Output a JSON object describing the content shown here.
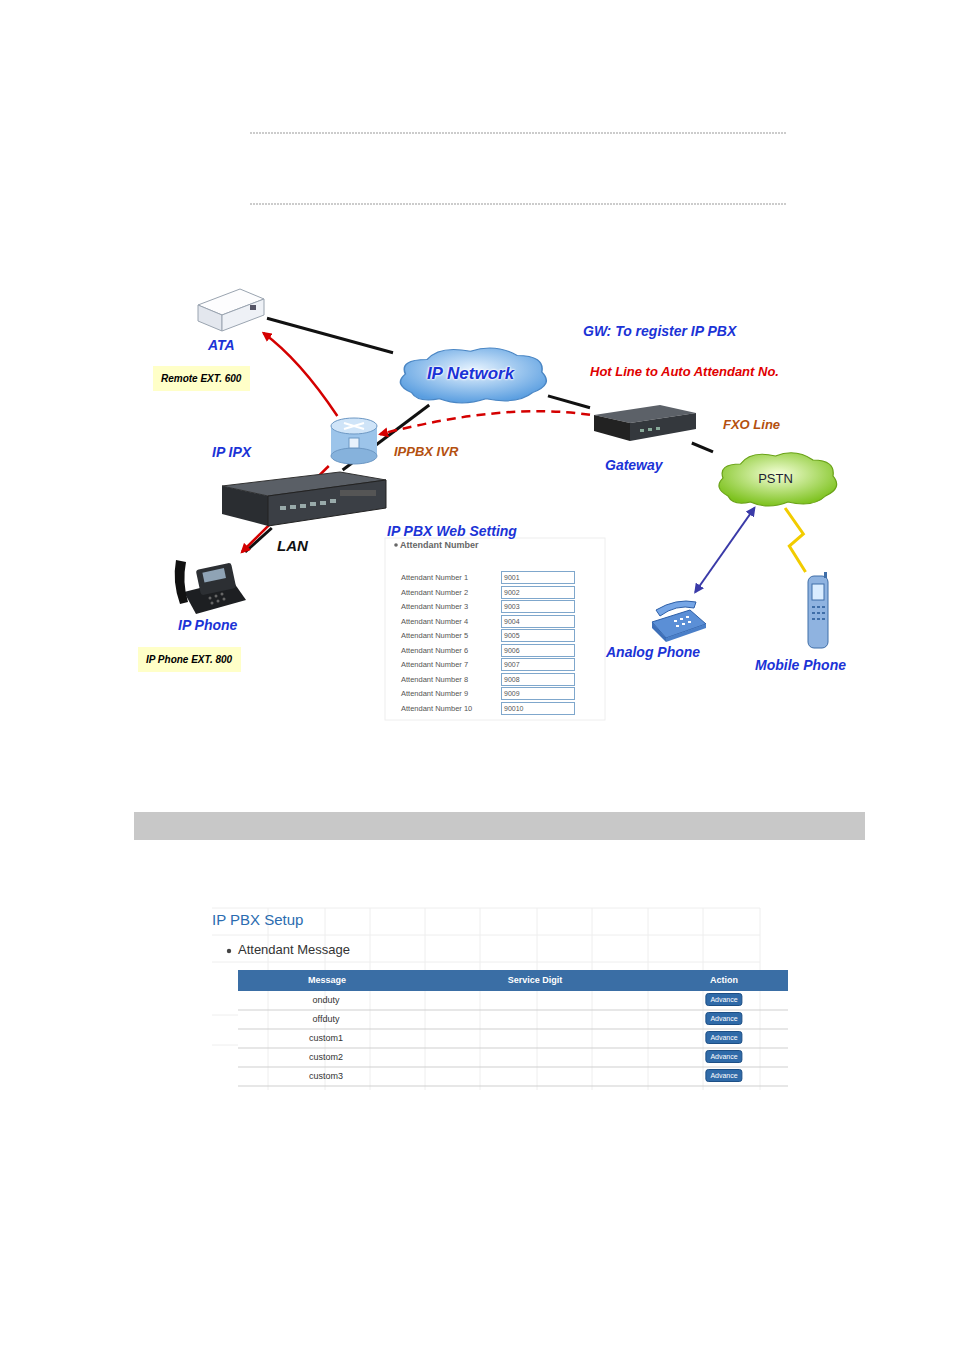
{
  "diagram": {
    "nodes": [
      {
        "text": [
          "ATA"
        ]
      },
      {
        "text": [
          "Remote EXT. 600"
        ]
      },
      {
        "text": [
          "IP Network"
        ]
      },
      {
        "text": [
          "IPPBX IVR"
        ]
      },
      {
        "text": [
          "IP IPX"
        ]
      },
      {
        "text": [
          "Gateway"
        ]
      },
      {
        "text": [
          "PSTN"
        ]
      },
      {
        "text": [
          "IP Phone"
        ]
      },
      {
        "text": [
          "IP Phone EXT. 800"
        ]
      },
      {
        "text": [
          "Analog Phone"
        ]
      },
      {
        "text": [
          "Mobile Phone"
        ]
      }
    ],
    "edges": [
      {
        "from": 0,
        "to": 2,
        "arrow": "none"
      },
      {
        "from": 2,
        "to": 5,
        "arrow": "none"
      },
      {
        "from": 5,
        "to": 6,
        "arrow": "none"
      },
      {
        "from": 4,
        "to": 2,
        "arrow": "none"
      },
      {
        "from": 4,
        "to": 7,
        "arrow": "none"
      },
      {
        "from": 6,
        "to": 9,
        "arrow": "both"
      },
      {
        "from": 6,
        "to": 10,
        "arrow": "none"
      },
      {
        "from": 3,
        "to": 0,
        "arrow": "to"
      },
      {
        "from": 3,
        "to": 7,
        "arrow": "to"
      },
      {
        "from": 5,
        "to": 3,
        "arrow": "to"
      }
    ],
    "labels": [
      "GW: To register IP PBX",
      "Hot Line to Auto Attendant No.",
      "FXO Line",
      "LAN",
      "IP PBX Web Setting",
      "Attendant Number",
      "Attendant Number 1",
      "Attendant Number 2",
      "Attendant Number 3",
      "Attendant Number 4",
      "Attendant Number 5",
      "Attendant Number 6",
      "Attendant Number 7",
      "Attendant Number 8",
      "Attendant Number 9",
      "Attendant Number 10",
      "9001",
      "9002",
      "9003",
      "9004",
      "9005",
      "9006",
      "9007",
      "9008",
      "9009",
      "90010",
      "IP PBX Setup",
      "Attendant Message",
      "Message",
      "Service Digit",
      "Action",
      "onduty",
      "Advance",
      "offduty",
      "Advance",
      "custom1",
      "Advance",
      "custom2",
      "Advance",
      "custom3",
      "Advance"
    ]
  }
}
